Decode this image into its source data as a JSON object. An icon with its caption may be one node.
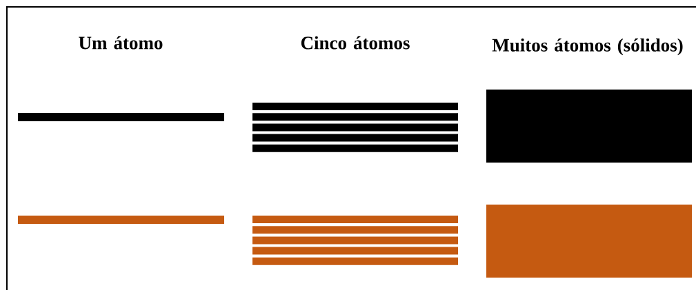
{
  "diagram": {
    "labels": [
      "Um átomo",
      "Cinco átomos",
      "Muitos átomos (sólidos)"
    ]
  }
}
